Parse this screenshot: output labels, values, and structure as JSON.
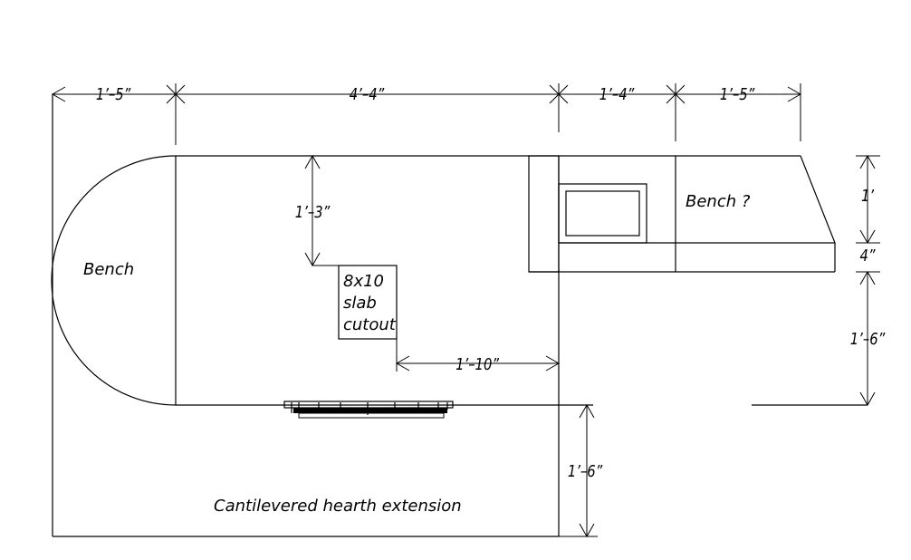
{
  "dimensions": {
    "top_1": "1’–5”",
    "top_2": "4’–4”",
    "top_3": "1’–4”",
    "top_4": "1’–5”",
    "right_1": "1’",
    "right_2": "4”",
    "right_3": "1’–6”",
    "inner_vertical": "1’–3”",
    "inner_horizontal": "1’–10”",
    "hearth_vertical": "1’–6”"
  },
  "labels": {
    "bench_left": "Bench",
    "bench_right": "Bench ?",
    "slab_line1": "8x10",
    "slab_line2": "slab",
    "slab_line3": "cutout",
    "hearth": "Cantilevered hearth extension"
  }
}
